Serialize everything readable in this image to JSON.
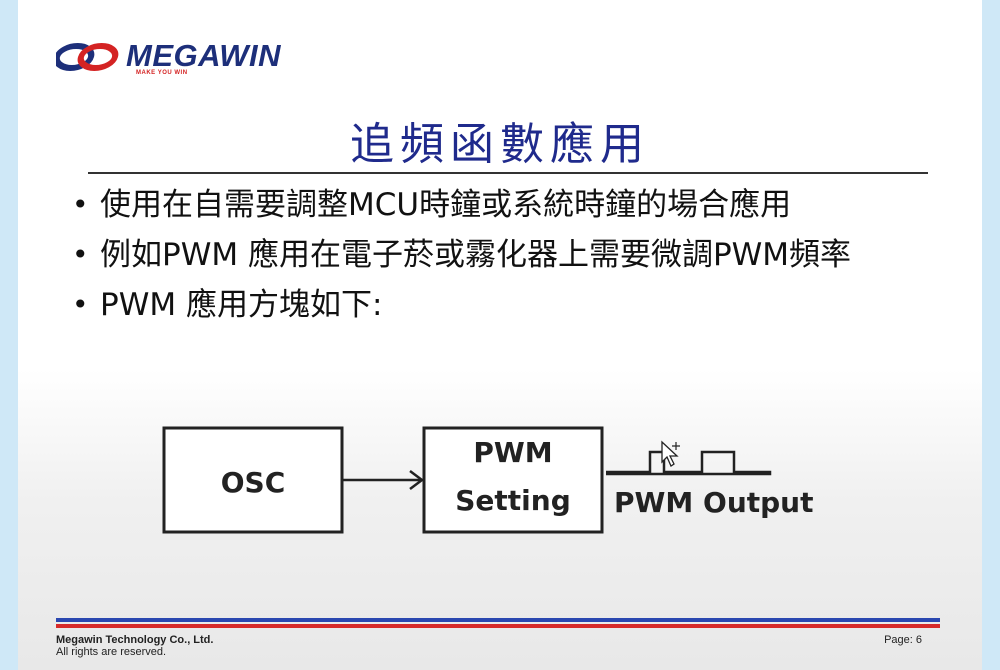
{
  "logo": {
    "name": "MEGAWIN",
    "tagline": "MAKE YOU WIN",
    "colors": {
      "blue": "#1d2f7a",
      "red": "#d42323"
    }
  },
  "title": "追頻函數應用",
  "bullets": [
    "使用在自需要調整MCU時鐘或系統時鐘的場合應用",
    "例如PWM 應用在電子菸或霧化器上需要微調PWM頻率",
    "PWM 應用方塊如下:"
  ],
  "diagram": {
    "osc_label": "OSC",
    "pwm_line1": "PWM",
    "pwm_line2": "Setting",
    "output_label": "PWM Output"
  },
  "footer": {
    "company": "Megawin Technology  Co., Ltd.",
    "rights": "All rights are reserved.",
    "page": "Page: 6"
  },
  "colors": {
    "title": "#1f2a8c",
    "footer_blue": "#2a47b0",
    "footer_red": "#d62a2a",
    "background": "#cfe8f7"
  }
}
